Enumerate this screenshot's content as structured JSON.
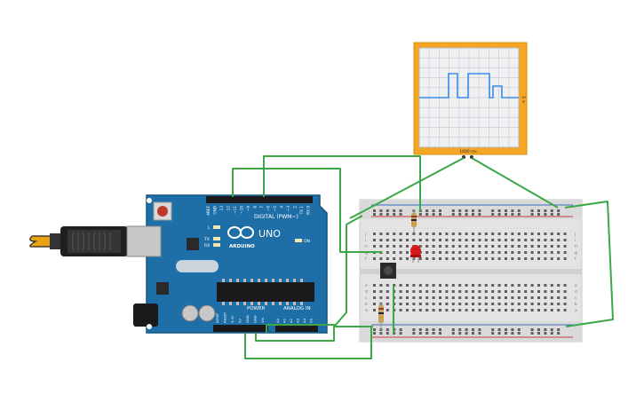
{
  "board": {
    "brand": "ARDUINO",
    "model": "UNO",
    "digital_label": "DIGITAL (PWM~)",
    "power_label": "POWER",
    "analog_label": "ANALOG IN",
    "on_label": "ON",
    "led_l": "L",
    "led_tx": "TX",
    "led_rx": "RX",
    "digital_pins": [
      "AREF",
      "GND",
      "13",
      "12",
      "~11",
      "~10",
      "~9",
      "8",
      "7",
      "~6",
      "~5",
      "4",
      "~3",
      "2",
      "TX 1",
      "RX 0"
    ],
    "power_pins": [
      "IOREF",
      "RESET",
      "3.3V",
      "5V",
      "GND",
      "GND",
      "Vin"
    ],
    "analog_pins": [
      "A0",
      "A1",
      "A2",
      "A3",
      "A4",
      "A5"
    ]
  },
  "oscilloscope": {
    "period_label": "1 s",
    "scale_label": "1000 ms"
  },
  "breadboard": {
    "row_letters_top": [
      "j",
      "i",
      "h",
      "g",
      "f"
    ],
    "row_letters_bottom": [
      "e",
      "d",
      "c",
      "b",
      "a"
    ]
  },
  "colors": {
    "wire": "#3aa845",
    "board": "#1e6fa8",
    "scope_frame": "#f5a623",
    "trace": "#3c8ee6",
    "led": "#d21b1b"
  }
}
